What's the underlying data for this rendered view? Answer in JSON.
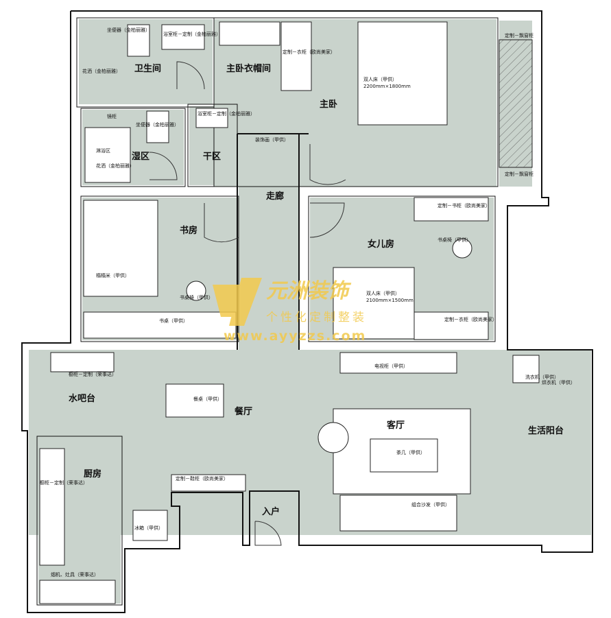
{
  "rooms": {
    "bathroom": "卫生间",
    "master_closet": "主卧衣帽间",
    "master_bedroom": "主卧",
    "wet_zone": "湿区",
    "dry_zone": "干区",
    "corridor": "走廊",
    "study": "书房",
    "daughter_room": "女儿房",
    "water_bar": "水吧台",
    "dining": "餐厅",
    "living": "客厅",
    "utility_balcony": "生活阳台",
    "kitchen": "厨房",
    "entrance": "入户"
  },
  "fixtures": {
    "toilet_top": "坐便器（金柏丽雅）",
    "basin_top": "浴室柜－定制（金柏丽雅）",
    "shower_top": "花洒（金柏丽雅）",
    "wardrobe_master": "定制－衣柜（欧尚美家）",
    "bed_master": "双人床（甲供）",
    "bed_master_size": "2200mm×1800mm",
    "cabinet_top_right": "定制－飘窗柜",
    "cabinet_bottom_right": "定制－飘窗柜",
    "mirror_cabinet": "镜柜",
    "toilet_wet": "坐便器（金柏丽雅）",
    "shower_zone": "淋浴区",
    "floor_drain": "花洒（金柏丽雅）",
    "basin_dry": "浴室柜－定制（金柏丽雅）",
    "decor_painting": "装饰画（甲供）",
    "tatami": "榻榻米（甲供）",
    "study_chair": "书桌椅（甲供）",
    "study_desk": "书桌（甲供）",
    "bookcase_girl": "定制－书柜（欧尚美家）",
    "desk_chair_girl": "书桌椅（甲供）",
    "bed_girl": "双人床（甲供）",
    "bed_girl_size": "2100mm×1500mm",
    "wardrobe_girl": "定制－衣柜（欧尚美家）",
    "sink_cabinet": "橱柜－定制（荣事达）",
    "dining_table": "餐桌（甲供）",
    "tv_cabinet": "电视柜（甲供）",
    "washer": "洗衣机（甲供）",
    "dryer": "烘衣机（甲供）",
    "tea_table": "茶几（甲供）",
    "sofa": "组合沙发（甲供）",
    "shoe_cabinet": "定制－鞋柜（欧尚美家）",
    "fridge": "冰箱（甲供）",
    "kitchen_cabinet": "橱柜－定制（荣事达）",
    "hood_stove": "烟机、灶具（荣事达）"
  },
  "watermark": {
    "brand": "元洲装饰",
    "slogan": "个性化定制整装",
    "url": "www.ayyzzs.com"
  },
  "colors": {
    "floor": "#c9d3cc",
    "wall": "#111111",
    "watermark": "#f2c94c"
  }
}
